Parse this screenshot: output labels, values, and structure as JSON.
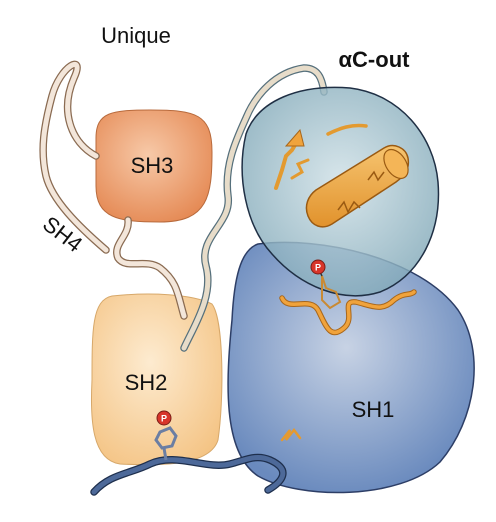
{
  "labels": {
    "unique": "Unique",
    "sh4": "SH4",
    "sh3": "SH3",
    "sh2": "SH2",
    "sh1": "SH1",
    "alpha_c_out": "αC-out",
    "phospho": "P"
  },
  "colors": {
    "sh3_fill": "#e88c5a",
    "sh2_fill": "#f6c98a",
    "sh1_fill": "#6f8fbf",
    "n_lobe_fill": "#8fb4c2",
    "linker_stroke": "#ecd9c6",
    "c_tail": "#3c5a8c",
    "helix_orange": "#eea23a",
    "phospho_red": "#d8352a",
    "phospho_tyrosine": "#8a9cb8"
  }
}
